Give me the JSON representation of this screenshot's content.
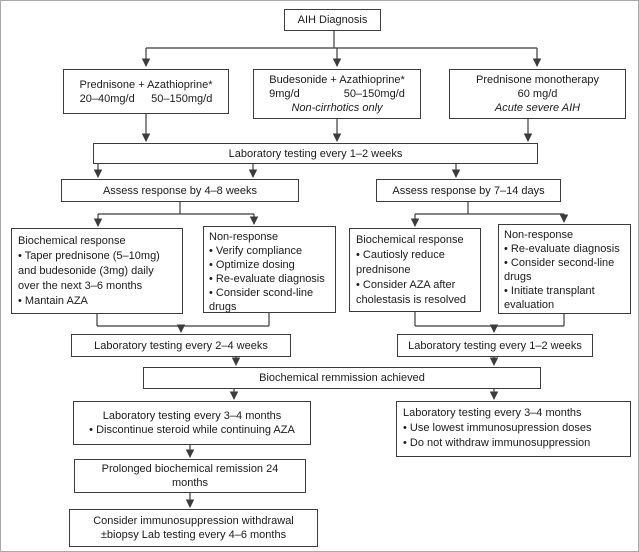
{
  "diagram": {
    "colors": {
      "background": "#ffffff",
      "box_border": "#3c3c3c",
      "connector_line": "#3c3c3c",
      "text": "#1c1c1c"
    },
    "nodes": {
      "aih": {
        "lines": [
          "AIH Diagnosis"
        ]
      },
      "pred_aza": {
        "lines": [
          "Prednisone + Azathioprine*",
          "20–40mg/d  50–150mg/d"
        ]
      },
      "bud_aza": {
        "lines": [
          "Budesonide + Azathioprine*",
          "9mg/d    50–150mg/d",
          "Non-cirrhotics only"
        ],
        "italic": [
          2
        ]
      },
      "pred_mono": {
        "lines": [
          "Prednisone monotherapy",
          "60 mg/d",
          "Acute severe AIH"
        ],
        "italic": [
          2
        ]
      },
      "lab_12_top": {
        "lines": [
          "Laboratory testing every 1–2 weeks"
        ]
      },
      "assess_left": {
        "lines": [
          "Assess response by 4–8 weeks"
        ]
      },
      "assess_right": {
        "lines": [
          "Assess response by 7–14 days"
        ]
      },
      "bio_left": {
        "lines": [
          "Biochemical response",
          "• Taper prednisone (5–10mg)",
          "and budesonide (3mg) daily",
          "over the next 3–6 months",
          "• Mantain AZA"
        ]
      },
      "nonresp_left": {
        "lines": [
          "Non-response",
          "• Verify compliance",
          "• Optimize dosing",
          "• Re-evaluate diagnosis",
          "• Consider scond-line",
          "drugs"
        ]
      },
      "bio_right": {
        "lines": [
          "Biochemical response",
          "• Cautiosly reduce",
          "prednisone",
          "• Consider AZA after",
          "cholestasis is resolved"
        ]
      },
      "nonresp_right": {
        "lines": [
          "Non-response",
          "• Re-evaluate diagnosis",
          "• Consider second-line",
          "drugs",
          "• Initiate transplant",
          "evaluation"
        ]
      },
      "lab_24": {
        "lines": [
          "Laboratory testing every 2–4 weeks"
        ]
      },
      "lab_12_right": {
        "lines": [
          "Laboratory testing every 1–2 weeks"
        ]
      },
      "remission": {
        "lines": [
          "Biochemical remmission achieved"
        ]
      },
      "lab_34_left": {
        "lines": [
          "Laboratory testing every 3–4 months",
          "• Discontinue steroid while continuing AZA"
        ]
      },
      "lab_34_right": {
        "lines": [
          "Laboratory testing every 3–4 months",
          "• Use lowest immunosupression doses",
          "• Do not withdraw immunosuppression"
        ]
      },
      "prolonged": {
        "lines": [
          "Prolonged biochemical remission 24",
          "months"
        ]
      },
      "withdrawal": {
        "lines": [
          "Consider immunosuppression withdrawal",
          "±biopsy Lab testing every 4–6 months"
        ]
      }
    }
  }
}
